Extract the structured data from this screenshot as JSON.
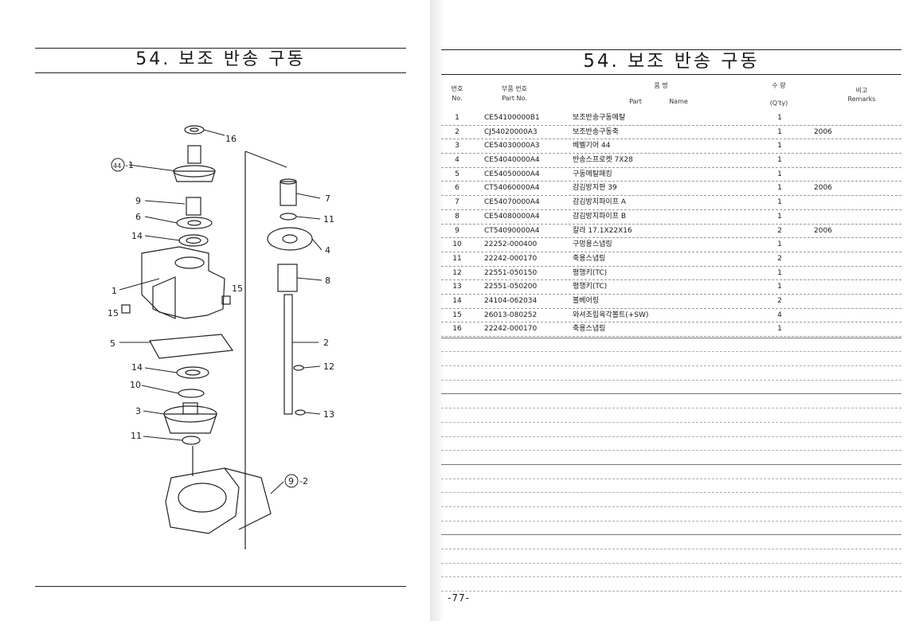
{
  "left_page": {
    "title": "54. 보조 반송 구동",
    "callouts": {
      "c16": "16",
      "c44": "44",
      "c44_suffix": "-1",
      "c9": "9",
      "c6": "6",
      "c14a": "14",
      "c1": "1",
      "c15a": "15",
      "c15b": "15",
      "c5": "5",
      "c14b": "14",
      "c10": "10",
      "c3": "3",
      "c11a": "11",
      "c7": "7",
      "c11b": "11",
      "c4": "4",
      "c8": "8",
      "c2": "2",
      "c12": "12",
      "c13": "13",
      "c9b": "9",
      "c9b_suffix": "-2"
    }
  },
  "right_page": {
    "title": "54. 보조 반송 구동",
    "page_number": "-77-",
    "table": {
      "headers": {
        "no_ko": "번호",
        "no_en": "No.",
        "part_ko": "부품 번호",
        "part_en": "Part  No.",
        "name_ko": "품          명",
        "name_part": "Part",
        "name_en": "Name",
        "qty_ko": "수   량",
        "qty_en": "(Q'ty)",
        "rem_ko": "비고",
        "rem_en": "Remarks"
      },
      "rows": [
        {
          "no": "1",
          "part": "CE54100000B1",
          "name": "보조반송구동메탈",
          "qty": "1",
          "remarks": ""
        },
        {
          "no": "2",
          "part": "CJ54020000A3",
          "name": "보조반송구동축",
          "qty": "1",
          "remarks": "2006"
        },
        {
          "no": "3",
          "part": "CE54030000A3",
          "name": "베벨기어 44",
          "qty": "1",
          "remarks": ""
        },
        {
          "no": "4",
          "part": "CE54040000A4",
          "name": "반송스프로켓 7X28",
          "qty": "1",
          "remarks": ""
        },
        {
          "no": "5",
          "part": "CE54050000A4",
          "name": "구동메탈패킹",
          "qty": "1",
          "remarks": ""
        },
        {
          "no": "6",
          "part": "CT54060000A4",
          "name": "감김방지판 39",
          "qty": "1",
          "remarks": "2006"
        },
        {
          "no": "7",
          "part": "CE54070000A4",
          "name": "감김방지파이프 A",
          "qty": "1",
          "remarks": ""
        },
        {
          "no": "8",
          "part": "CE54080000A4",
          "name": "감김방지파이프 B",
          "qty": "1",
          "remarks": ""
        },
        {
          "no": "9",
          "part": "CT54090000A4",
          "name": "칼라 17.1X22X16",
          "qty": "2",
          "remarks": "2006"
        },
        {
          "no": "10",
          "part": "22252-000400",
          "name": "구멍용스냅링",
          "qty": "1",
          "remarks": ""
        },
        {
          "no": "11",
          "part": "22242-000170",
          "name": "축용스냅링",
          "qty": "2",
          "remarks": ""
        },
        {
          "no": "12",
          "part": "22551-050150",
          "name": "평행키(TC)",
          "qty": "1",
          "remarks": ""
        },
        {
          "no": "13",
          "part": "22551-050200",
          "name": "평행키(TC)",
          "qty": "1",
          "remarks": ""
        },
        {
          "no": "14",
          "part": "24104-062034",
          "name": "볼베어링",
          "qty": "2",
          "remarks": ""
        },
        {
          "no": "15",
          "part": "26013-080252",
          "name": "와셔조립육각볼트(+SW)",
          "qty": "4",
          "remarks": ""
        },
        {
          "no": "16",
          "part": "22242-000170",
          "name": "축용스냅링",
          "qty": "1",
          "remarks": ""
        }
      ]
    }
  },
  "colors": {
    "ink": "#1a1a1a",
    "rule": "#222222",
    "dashed": "#9a9a9a"
  }
}
